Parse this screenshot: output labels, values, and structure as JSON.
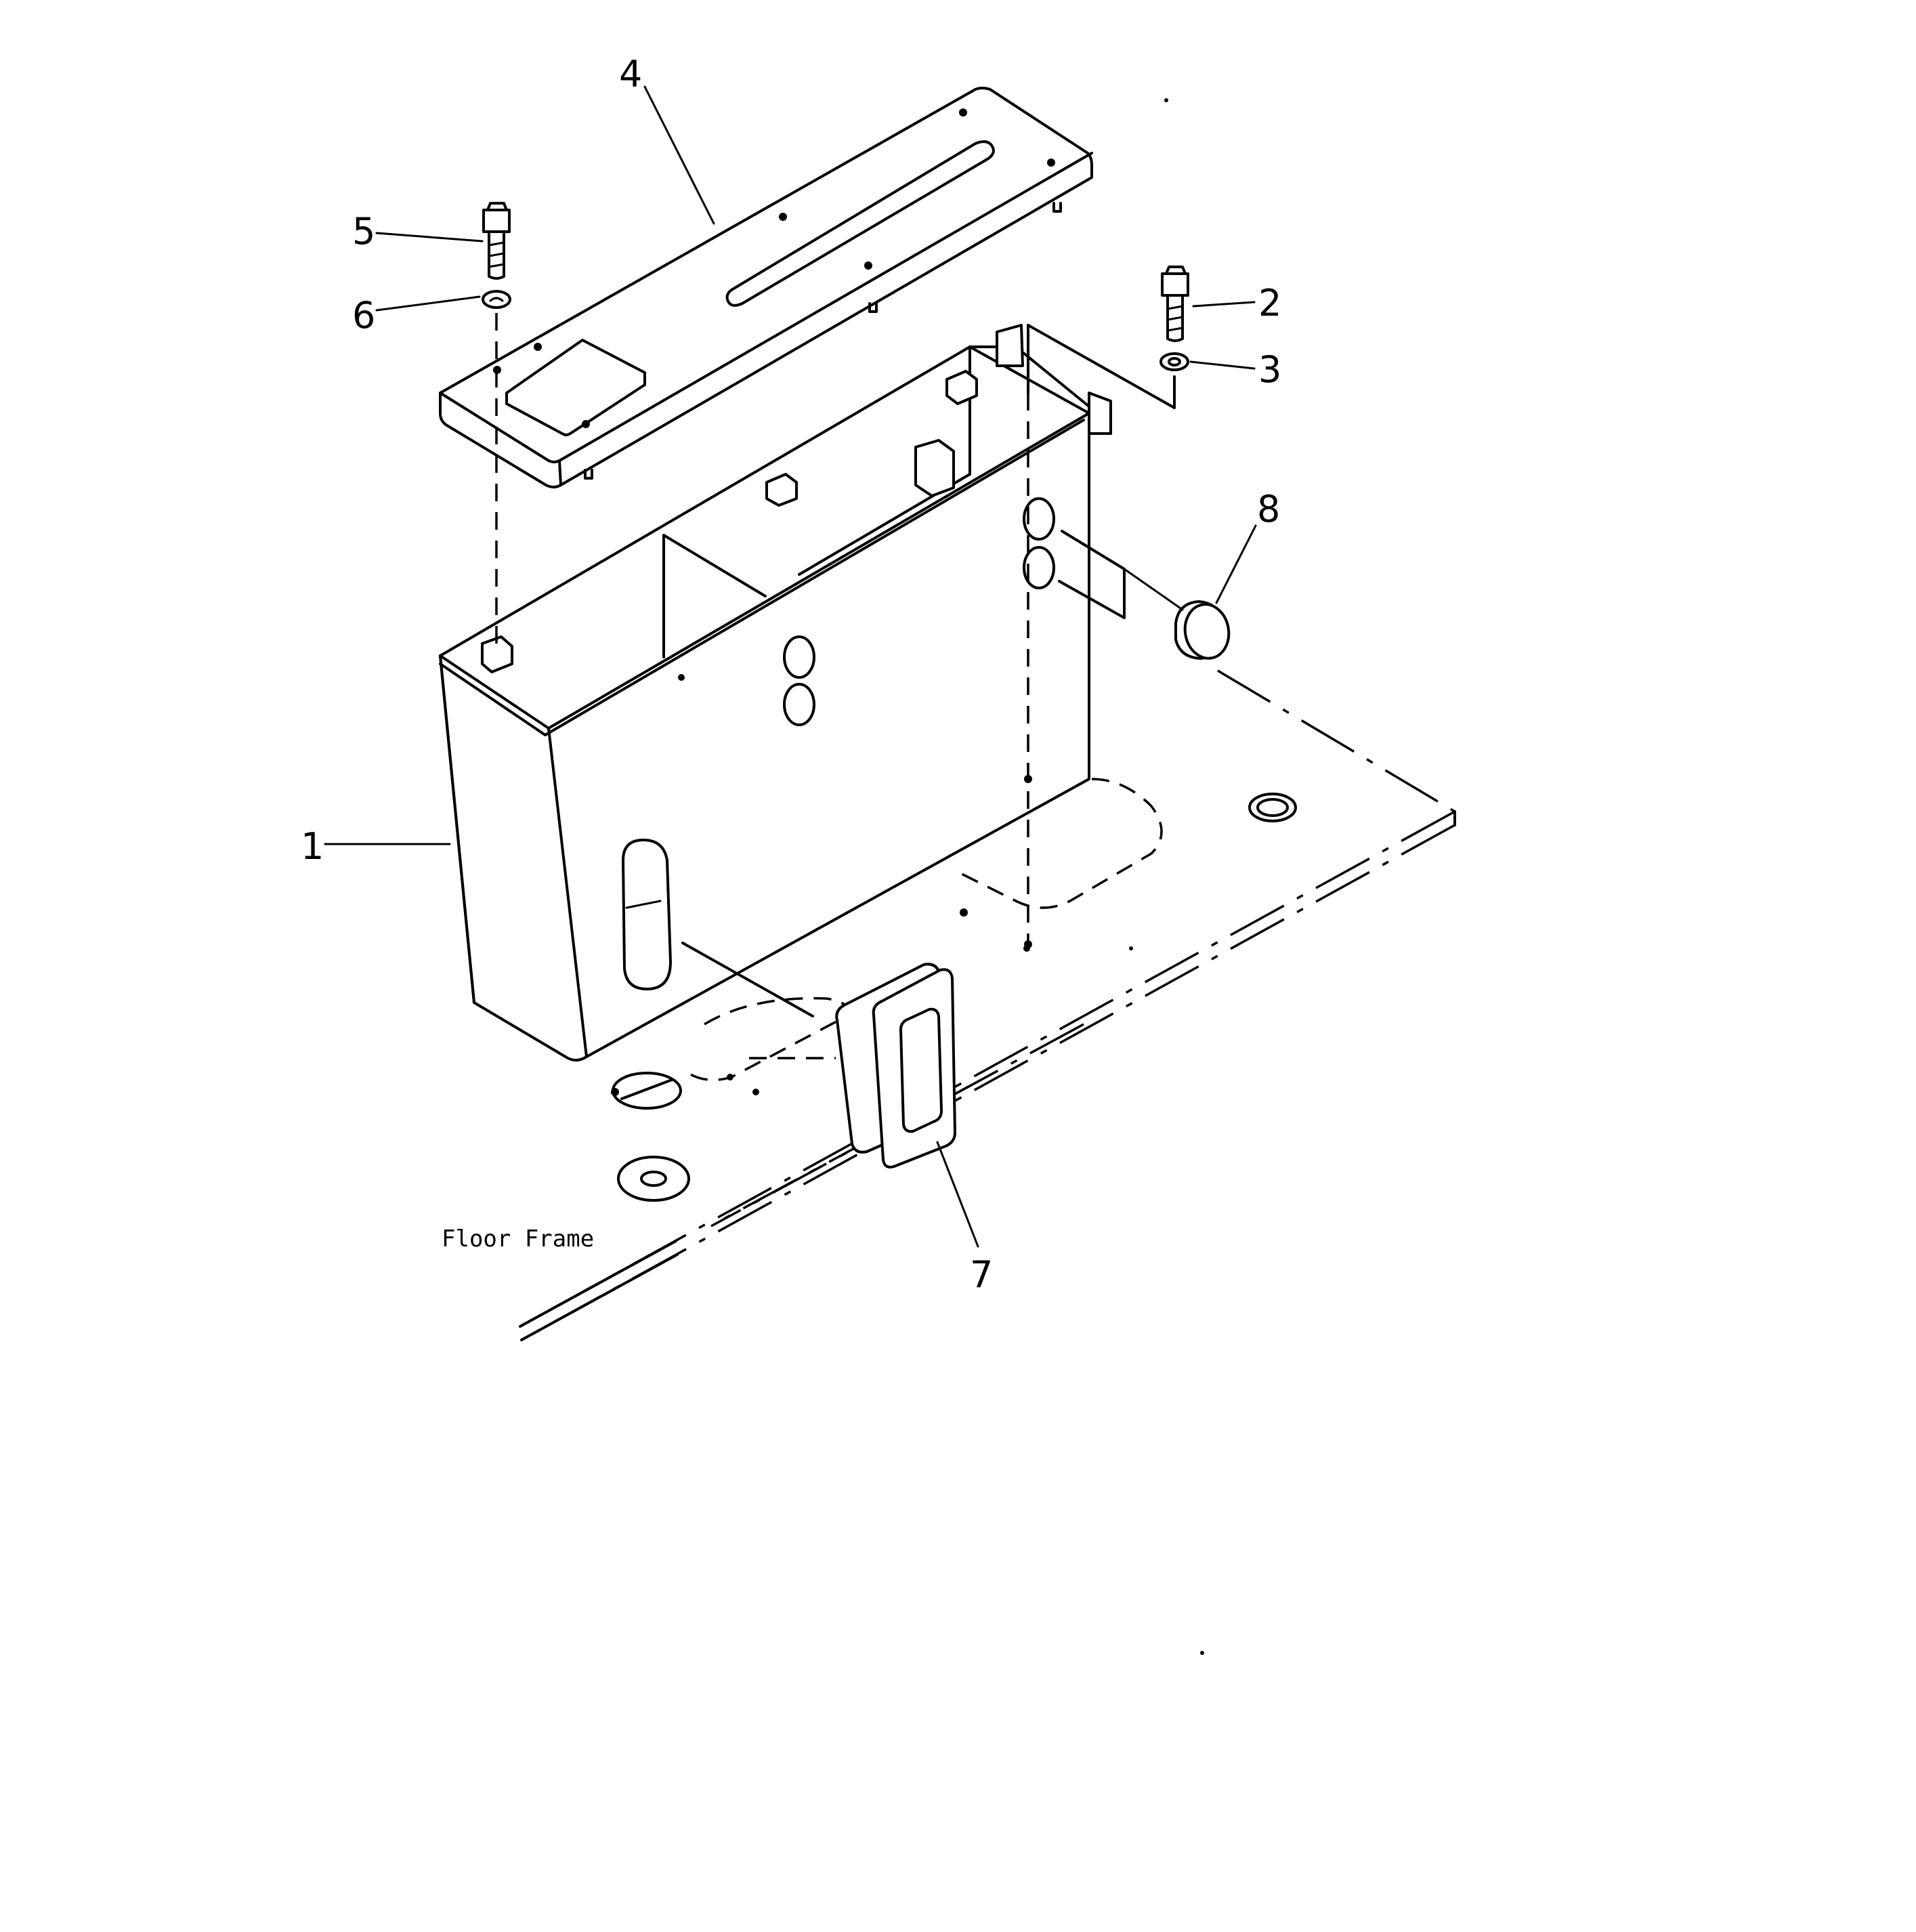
{
  "diagram": {
    "caption": "Floor  Frame",
    "callouts": [
      {
        "id": "1",
        "label": "1"
      },
      {
        "id": "2",
        "label": "2"
      },
      {
        "id": "3",
        "label": "3"
      },
      {
        "id": "4",
        "label": "4"
      },
      {
        "id": "5",
        "label": "5"
      },
      {
        "id": "6",
        "label": "6"
      },
      {
        "id": "7",
        "label": "7"
      },
      {
        "id": "8",
        "label": "8"
      }
    ]
  }
}
